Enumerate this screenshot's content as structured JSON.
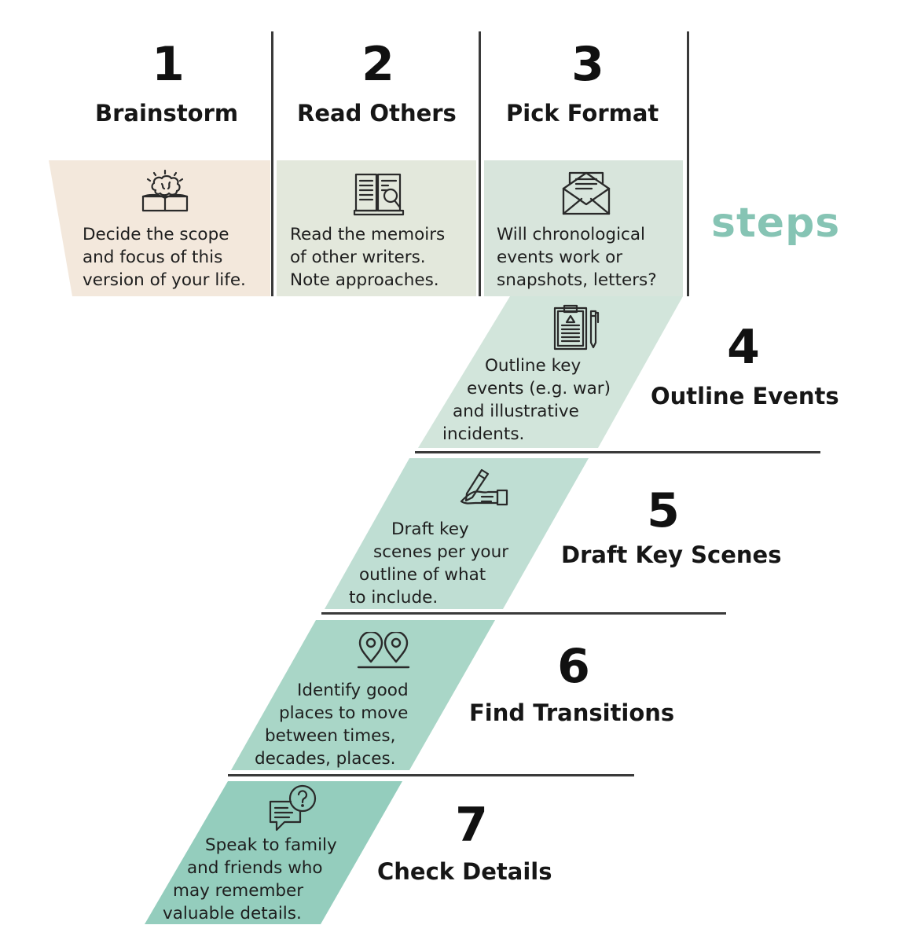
{
  "side_label": "steps",
  "colors": {
    "step1_fill": "#f3e8dc",
    "step2_fill": "#e3e8dc",
    "step3_fill": "#d8e5dc",
    "step4_fill": "#d2e5db",
    "step5_fill": "#bfded3",
    "step6_fill": "#a9d6c7",
    "step7_fill": "#94cdbd",
    "accent": "#86c4b4",
    "line": "#3a3a3a"
  },
  "steps": [
    {
      "number": "1",
      "title": "Brainstorm",
      "icon": "brain-book-icon",
      "lines": [
        "Decide the scope",
        "and focus of this",
        "version of your life."
      ]
    },
    {
      "number": "2",
      "title": "Read Others",
      "icon": "open-book-magnifier-icon",
      "lines": [
        "Read the memoirs",
        "of other writers.",
        "Note approaches."
      ]
    },
    {
      "number": "3",
      "title": "Pick Format",
      "icon": "envelope-letter-icon",
      "lines": [
        "Will chronological",
        "events work or",
        "snapshots, letters?"
      ]
    },
    {
      "number": "4",
      "title": "Outline Events",
      "icon": "clipboard-pen-icon",
      "lines": [
        "Outline key",
        "events (e.g. war)",
        "and illustrative",
        "incidents."
      ]
    },
    {
      "number": "5",
      "title": "Draft Key Scenes",
      "icon": "hand-writing-icon",
      "lines": [
        "Draft key",
        "scenes per your",
        "outline of what",
        "to include."
      ]
    },
    {
      "number": "6",
      "title": "Find Transitions",
      "icon": "two-location-pins-icon",
      "lines": [
        "Identify good",
        "places to move",
        "between times,",
        "decades, places."
      ]
    },
    {
      "number": "7",
      "title": "Check Details",
      "icon": "chat-question-icon",
      "lines": [
        "Speak to family",
        "and friends who",
        "may remember",
        "valuable details."
      ]
    }
  ]
}
